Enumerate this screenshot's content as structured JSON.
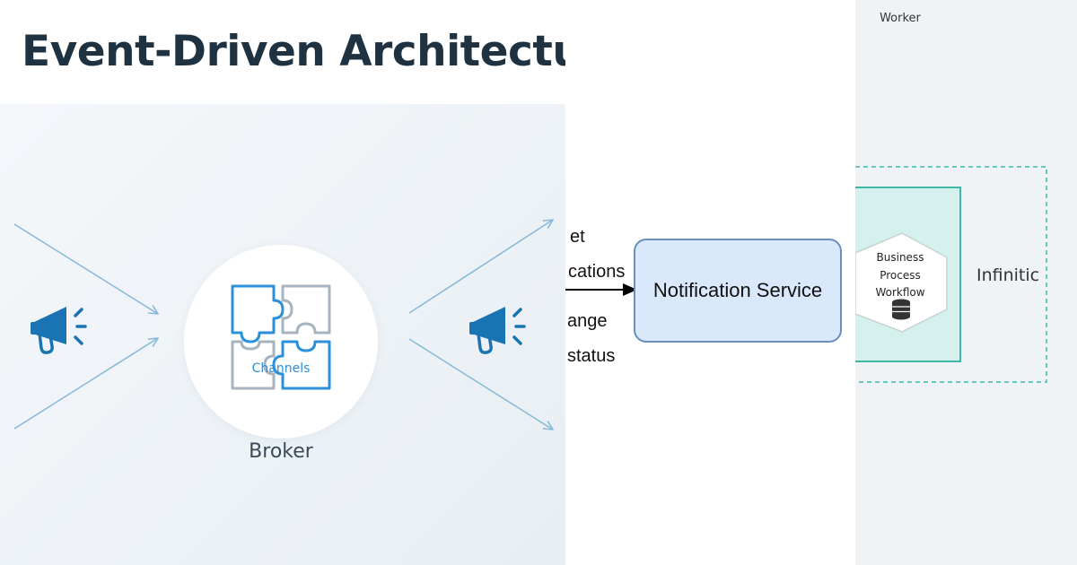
{
  "title": "Event-Driven Architecture",
  "broker": {
    "channels_label": "Channels",
    "label": "Broker"
  },
  "notification": {
    "edge_labels": [
      "et",
      "cations",
      "ange",
      "status"
    ],
    "service_label": "Notification Service"
  },
  "infinitic": {
    "worker_label": "Worker",
    "hex_lines": [
      "Business",
      "Process",
      "Workflow"
    ],
    "label": "Infinitic"
  },
  "colors": {
    "title": "#1e3242",
    "accent_blue": "#2b90d9",
    "arrow_line": "#86b8d8",
    "puzzle_gray": "#a7b4bf",
    "service_fill": "#dae8fc",
    "service_border": "#6c8ebf",
    "worker_fill": "#d5f1ed",
    "worker_border": "#3fb7a5"
  },
  "icons": [
    "megaphone-icon",
    "puzzle-icon",
    "database-icon"
  ]
}
